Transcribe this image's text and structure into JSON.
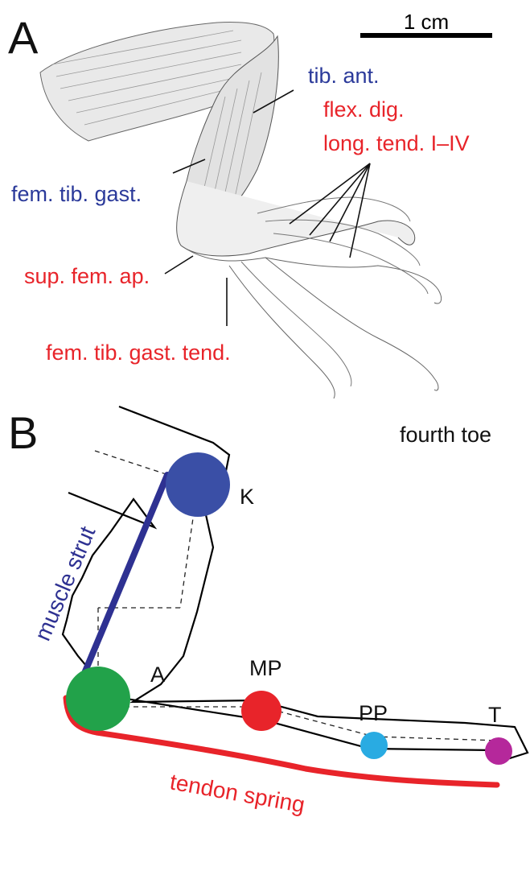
{
  "panel_a": {
    "letter": "A",
    "scale_bar_label": "1 cm",
    "labels": {
      "tib_ant": "tib. ant.",
      "flex_dig": "flex. dig.",
      "long_tend": "long. tend. I–IV",
      "fem_tib_gast": "fem. tib. gast.",
      "sup_fem_ap": "sup. fem. ap.",
      "fem_tib_gast_tend": "fem. tib. gast. tend."
    }
  },
  "panel_b": {
    "letter": "B",
    "fourth_toe": "fourth toe",
    "joints": {
      "k": "K",
      "a": "A",
      "mp": "MP",
      "pp": "PP",
      "t": "T"
    },
    "muscle_strut": "muscle strut",
    "tendon_spring": "tendon spring"
  },
  "colors": {
    "blue_label": "#2b3a9a",
    "red_label": "#e8242a",
    "joint_k": "#3a4fa6",
    "joint_a": "#22a24a",
    "joint_mp": "#e8242a",
    "joint_pp": "#29abe2",
    "joint_t": "#b5289b",
    "strut": "#2e3192",
    "spring": "#e8242a"
  }
}
